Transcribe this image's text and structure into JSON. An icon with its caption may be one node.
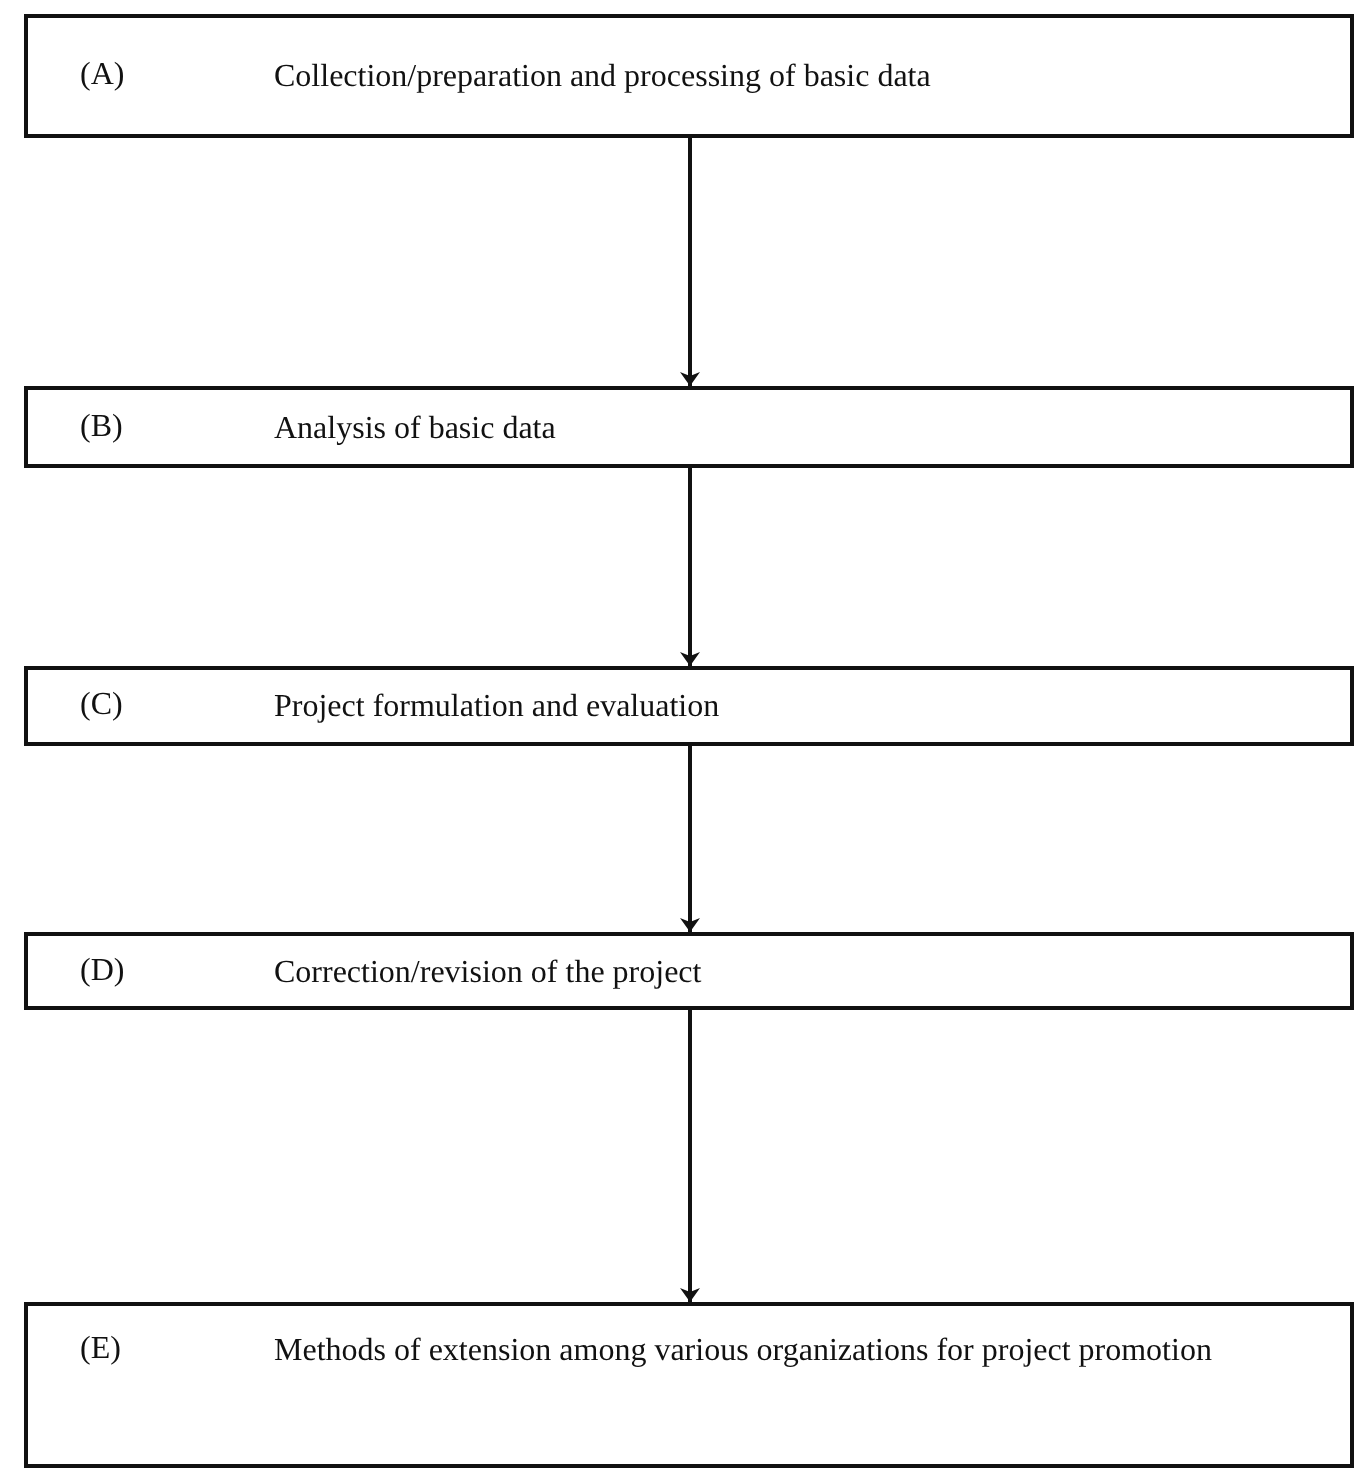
{
  "diagram": {
    "nodes": [
      {
        "text": [
          "(A)",
          "Collection/preparation and processing of basic data"
        ]
      },
      {
        "text": [
          "(B)",
          "Analysis of basic data"
        ]
      },
      {
        "text": [
          "(C)",
          "Project formulation and evaluation"
        ]
      },
      {
        "text": [
          "(D)",
          "Correction/revision of the project"
        ]
      },
      {
        "text": [
          "(E)",
          "Methods of extension among various organizations for project promotion"
        ]
      }
    ],
    "edges": [
      {
        "from": 0,
        "to": 1,
        "arrow": "to"
      },
      {
        "from": 1,
        "to": 2,
        "arrow": "to"
      },
      {
        "from": 2,
        "to": 3,
        "arrow": "to"
      },
      {
        "from": 3,
        "to": 4,
        "arrow": "to"
      }
    ]
  }
}
